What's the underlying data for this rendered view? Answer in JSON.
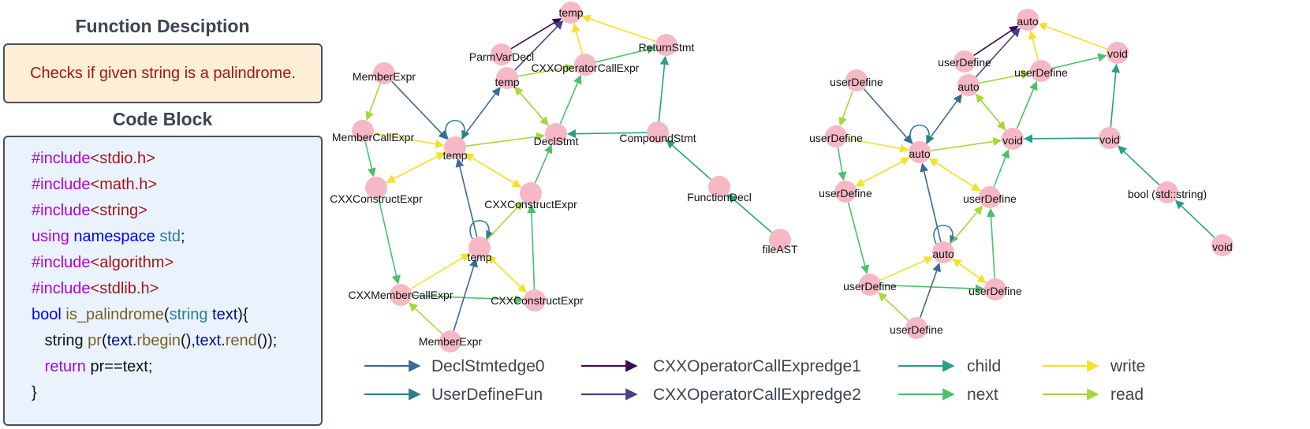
{
  "left_panel": {
    "description_title": "Function Desciption",
    "description_text": "Checks if given string is a palindrome",
    "description_period": ".",
    "code_title": "Code Block",
    "code_lines": [
      [
        {
          "t": "#include",
          "c": "pre"
        },
        {
          "t": "<stdio.h>",
          "c": "str"
        }
      ],
      [
        {
          "t": "#include",
          "c": "pre"
        },
        {
          "t": "<math.h>",
          "c": "str"
        }
      ],
      [
        {
          "t": "#include",
          "c": "pre"
        },
        {
          "t": "<string>",
          "c": "str"
        }
      ],
      [
        {
          "t": "using",
          "c": "ctl"
        },
        {
          "t": " ",
          "c": ""
        },
        {
          "t": "namespace",
          "c": "kw"
        },
        {
          "t": " ",
          "c": ""
        },
        {
          "t": "std",
          "c": "type"
        },
        {
          "t": ";",
          "c": ""
        }
      ],
      [
        {
          "t": "#include",
          "c": "pre"
        },
        {
          "t": "<algorithm>",
          "c": "str"
        }
      ],
      [
        {
          "t": "#include",
          "c": "pre"
        },
        {
          "t": "<stdlib.h>",
          "c": "str"
        }
      ],
      [
        {
          "t": "bool",
          "c": "kw"
        },
        {
          "t": " ",
          "c": ""
        },
        {
          "t": "is_palindrome",
          "c": "fn"
        },
        {
          "t": "(",
          "c": ""
        },
        {
          "t": "string",
          "c": "type"
        },
        {
          "t": " ",
          "c": ""
        },
        {
          "t": "text",
          "c": "var"
        },
        {
          "t": "){",
          "c": ""
        }
      ],
      [
        {
          "t": "   string ",
          "c": ""
        },
        {
          "t": "pr",
          "c": "fn"
        },
        {
          "t": "(",
          "c": ""
        },
        {
          "t": "text",
          "c": "var"
        },
        {
          "t": ".",
          "c": ""
        },
        {
          "t": "rbegin",
          "c": "fn"
        },
        {
          "t": "(),",
          "c": ""
        },
        {
          "t": "text",
          "c": "var"
        },
        {
          "t": ".",
          "c": ""
        },
        {
          "t": "rend",
          "c": "fn"
        },
        {
          "t": "());",
          "c": ""
        }
      ],
      [
        {
          "t": "   ",
          "c": ""
        },
        {
          "t": "return",
          "c": "ctl"
        },
        {
          "t": " pr==text;",
          "c": ""
        }
      ],
      [
        {
          "t": "}",
          "c": ""
        }
      ]
    ]
  },
  "edge_colors": {
    "DeclStmtedge0": "#3b6a97",
    "UserDefineFun": "#2d7f8f",
    "CXXOperatorCallExpredge1": "#3d0a55",
    "CXXOperatorCallExpredge2": "#46408a",
    "child": "#27a088",
    "next": "#4cc06a",
    "write": "#f2e22a",
    "read": "#a6d83a"
  },
  "node_color": "#f7b8c6",
  "legend": [
    {
      "label": "DeclStmtedge0",
      "type": "DeclStmtedge0"
    },
    {
      "label": "UserDefineFun",
      "type": "UserDefineFun"
    },
    {
      "label": "CXXOperatorCallExpredge1",
      "type": "CXXOperatorCallExpredge1"
    },
    {
      "label": "CXXOperatorCallExpredge2",
      "type": "CXXOperatorCallExpredge2"
    },
    {
      "label": "child",
      "type": "child"
    },
    {
      "label": "next",
      "type": "next"
    },
    {
      "label": "write",
      "type": "write"
    },
    {
      "label": "read",
      "type": "read"
    }
  ],
  "graphs": [
    {
      "name": "ast",
      "nodes": [
        {
          "id": "t_top",
          "label": "temp"
        },
        {
          "id": "parm",
          "label": "ParmVarDecl"
        },
        {
          "id": "t_op",
          "label": "temp"
        },
        {
          "id": "opcall",
          "label": "CXXOperatorCallExpr"
        },
        {
          "id": "ret",
          "label": "ReturnStmt"
        },
        {
          "id": "me1",
          "label": "MemberExpr"
        },
        {
          "id": "mce",
          "label": "MemberCallExpr"
        },
        {
          "id": "t_mid",
          "label": "temp"
        },
        {
          "id": "decl",
          "label": "DeclStmt"
        },
        {
          "id": "comp",
          "label": "CompoundStmt"
        },
        {
          "id": "cce1",
          "label": "CXXConstructExpr"
        },
        {
          "id": "cce2",
          "label": "CXXConstructExpr"
        },
        {
          "id": "fdecl",
          "label": "FunctionDecl"
        },
        {
          "id": "file",
          "label": "fileAST"
        },
        {
          "id": "t_low",
          "label": "temp"
        },
        {
          "id": "cmce",
          "label": "CXXMemberCallExpr"
        },
        {
          "id": "cce3",
          "label": "CXXConstructExpr"
        },
        {
          "id": "me2",
          "label": "MemberExpr"
        }
      ],
      "edges": [
        {
          "from": "parm",
          "to": "t_top",
          "type": "CXXOperatorCallExpredge1"
        },
        {
          "from": "t_op",
          "to": "t_top",
          "type": "CXXOperatorCallExpredge2"
        },
        {
          "from": "opcall",
          "to": "t_top",
          "type": "write"
        },
        {
          "from": "ret",
          "to": "t_top",
          "type": "write"
        },
        {
          "from": "t_op",
          "to": "opcall",
          "type": "read"
        },
        {
          "from": "opcall",
          "to": "ret",
          "type": "next"
        },
        {
          "from": "comp",
          "to": "ret",
          "type": "child"
        },
        {
          "from": "me1",
          "to": "mce",
          "type": "read"
        },
        {
          "from": "me1",
          "to": "t_mid",
          "type": "DeclStmtedge0"
        },
        {
          "from": "mce",
          "to": "t_mid",
          "type": "write"
        },
        {
          "from": "mce",
          "to": "cce1",
          "type": "next"
        },
        {
          "from": "t_mid",
          "to": "t_op",
          "type": "DeclStmtedge0"
        },
        {
          "from": "t_mid",
          "to": "t_mid",
          "type": "UserDefineFun",
          "loop": true
        },
        {
          "from": "t_mid",
          "to": "cce1",
          "type": "write"
        },
        {
          "from": "cce1",
          "to": "t_mid",
          "type": "write"
        },
        {
          "from": "t_mid",
          "to": "decl",
          "type": "read"
        },
        {
          "from": "t_mid",
          "to": "cce2",
          "type": "write"
        },
        {
          "from": "cce2",
          "to": "t_mid",
          "type": "write"
        },
        {
          "from": "t_op",
          "to": "decl",
          "type": "read"
        },
        {
          "from": "decl",
          "to": "t_op",
          "type": "read"
        },
        {
          "from": "decl",
          "to": "opcall",
          "type": "next"
        },
        {
          "from": "comp",
          "to": "decl",
          "type": "child"
        },
        {
          "from": "cce2",
          "to": "decl",
          "type": "next"
        },
        {
          "from": "fdecl",
          "to": "comp",
          "type": "child"
        },
        {
          "from": "file",
          "to": "fdecl",
          "type": "child"
        },
        {
          "from": "cce1",
          "to": "cmce",
          "type": "next"
        },
        {
          "from": "t_low",
          "to": "t_mid",
          "type": "DeclStmtedge0"
        },
        {
          "from": "t_low",
          "to": "t_low",
          "type": "UserDefineFun",
          "loop": true
        },
        {
          "from": "t_low",
          "to": "cce2",
          "type": "read"
        },
        {
          "from": "cmce",
          "to": "t_low",
          "type": "write"
        },
        {
          "from": "t_low",
          "to": "cce3",
          "type": "write"
        },
        {
          "from": "cce3",
          "to": "t_low",
          "type": "write"
        },
        {
          "from": "cmce",
          "to": "cce3",
          "type": "next"
        },
        {
          "from": "cce3",
          "to": "cce2",
          "type": "next"
        },
        {
          "from": "me2",
          "to": "cmce",
          "type": "read"
        },
        {
          "from": "me2",
          "to": "t_low",
          "type": "DeclStmtedge0"
        }
      ]
    },
    {
      "name": "abstract",
      "nodes": [
        {
          "id": "a_top",
          "label": "auto"
        },
        {
          "id": "ud_top",
          "label": "userDefine"
        },
        {
          "id": "a_op",
          "label": "auto"
        },
        {
          "id": "ud_op",
          "label": "userDefine"
        },
        {
          "id": "v_top",
          "label": "void"
        },
        {
          "id": "ud1",
          "label": "userDefine"
        },
        {
          "id": "ud2",
          "label": "userDefine"
        },
        {
          "id": "a_mid",
          "label": "auto"
        },
        {
          "id": "v_mid",
          "label": "void"
        },
        {
          "id": "v_comp",
          "label": "void"
        },
        {
          "id": "ud3",
          "label": "userDefine"
        },
        {
          "id": "ud4",
          "label": "userDefine"
        },
        {
          "id": "b_str",
          "label": "bool (std::string)"
        },
        {
          "id": "v_file",
          "label": "void"
        },
        {
          "id": "a_low",
          "label": "auto"
        },
        {
          "id": "ud5",
          "label": "userDefine"
        },
        {
          "id": "ud6",
          "label": "userDefine"
        },
        {
          "id": "ud7",
          "label": "userDefine"
        }
      ],
      "edges": [
        {
          "from": "ud_top",
          "to": "a_top",
          "type": "CXXOperatorCallExpredge1"
        },
        {
          "from": "a_op",
          "to": "a_top",
          "type": "CXXOperatorCallExpredge2"
        },
        {
          "from": "ud_op",
          "to": "a_top",
          "type": "write"
        },
        {
          "from": "v_top",
          "to": "a_top",
          "type": "write"
        },
        {
          "from": "a_op",
          "to": "ud_op",
          "type": "read"
        },
        {
          "from": "ud_op",
          "to": "v_top",
          "type": "next"
        },
        {
          "from": "v_comp",
          "to": "v_top",
          "type": "child"
        },
        {
          "from": "ud1",
          "to": "ud2",
          "type": "read"
        },
        {
          "from": "ud1",
          "to": "a_mid",
          "type": "DeclStmtedge0"
        },
        {
          "from": "ud2",
          "to": "a_mid",
          "type": "write"
        },
        {
          "from": "ud2",
          "to": "ud3",
          "type": "next"
        },
        {
          "from": "a_mid",
          "to": "a_op",
          "type": "DeclStmtedge0"
        },
        {
          "from": "a_mid",
          "to": "a_mid",
          "type": "UserDefineFun",
          "loop": true
        },
        {
          "from": "a_mid",
          "to": "ud3",
          "type": "write"
        },
        {
          "from": "ud3",
          "to": "a_mid",
          "type": "write"
        },
        {
          "from": "a_mid",
          "to": "v_mid",
          "type": "read"
        },
        {
          "from": "a_mid",
          "to": "ud4",
          "type": "write"
        },
        {
          "from": "ud4",
          "to": "a_mid",
          "type": "write"
        },
        {
          "from": "a_op",
          "to": "v_mid",
          "type": "read"
        },
        {
          "from": "v_mid",
          "to": "a_op",
          "type": "read"
        },
        {
          "from": "v_mid",
          "to": "ud_op",
          "type": "next"
        },
        {
          "from": "v_comp",
          "to": "v_mid",
          "type": "child"
        },
        {
          "from": "ud4",
          "to": "v_mid",
          "type": "next"
        },
        {
          "from": "b_str",
          "to": "v_comp",
          "type": "child"
        },
        {
          "from": "v_file",
          "to": "b_str",
          "type": "child"
        },
        {
          "from": "ud3",
          "to": "ud5",
          "type": "next"
        },
        {
          "from": "a_low",
          "to": "a_mid",
          "type": "DeclStmtedge0"
        },
        {
          "from": "a_low",
          "to": "a_low",
          "type": "UserDefineFun",
          "loop": true
        },
        {
          "from": "a_low",
          "to": "ud4",
          "type": "read"
        },
        {
          "from": "ud5",
          "to": "a_low",
          "type": "write"
        },
        {
          "from": "a_low",
          "to": "ud6",
          "type": "write"
        },
        {
          "from": "ud6",
          "to": "a_low",
          "type": "write"
        },
        {
          "from": "ud5",
          "to": "ud6",
          "type": "next"
        },
        {
          "from": "ud6",
          "to": "ud4",
          "type": "next"
        },
        {
          "from": "ud7",
          "to": "ud5",
          "type": "read"
        },
        {
          "from": "ud7",
          "to": "a_low",
          "type": "DeclStmtedge0"
        }
      ]
    }
  ]
}
